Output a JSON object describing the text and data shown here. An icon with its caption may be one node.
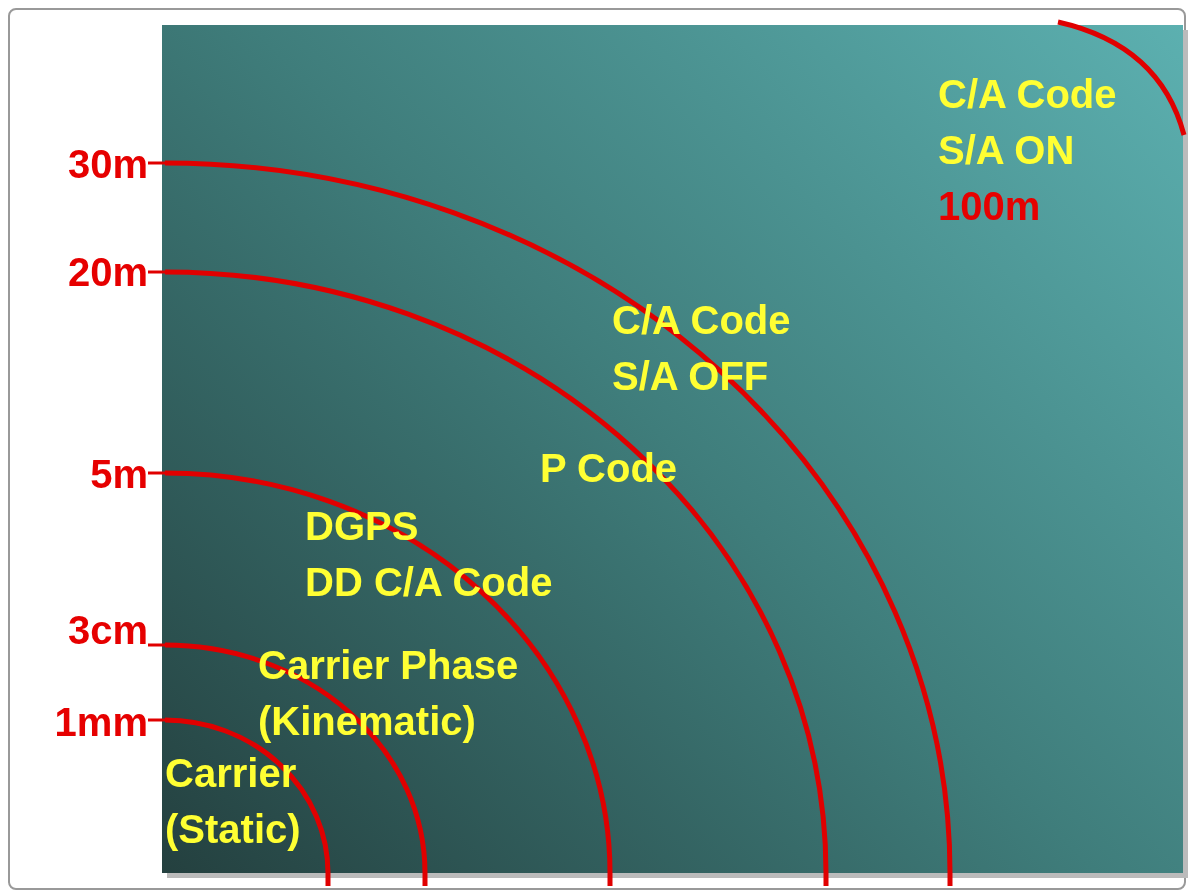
{
  "diagram": {
    "labels": [
      "C/A Code S/A ON",
      "100m",
      "30m",
      "20m",
      "C/A Code S/A OFF",
      "5m",
      "P Code",
      "DGPS",
      "DD C/A Code",
      "3cm",
      "Carrier Phase (Kinematic)",
      "1mm",
      "Carrier (Static)"
    ]
  }
}
